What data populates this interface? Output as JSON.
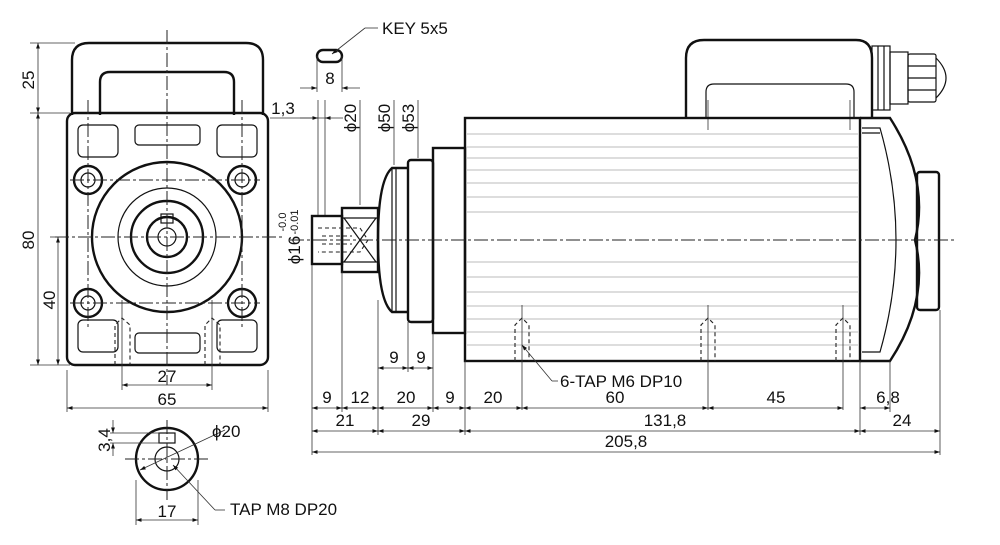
{
  "annotations": {
    "key": "KEY 5x5",
    "tap_m6": "6-TAP M6 DP10",
    "tap_m8": "TAP M8 DP20"
  },
  "tolerance": {
    "upper": "-0.0",
    "lower": "-0.01"
  },
  "dims": {
    "d25": "25",
    "d80": "80",
    "d40": "40",
    "d27": "27",
    "d65": "65",
    "d8": "8",
    "d1_3": "1,3",
    "phi20_top": "ϕ20",
    "phi50": "ϕ50",
    "phi53": "ϕ53",
    "phi16": "ϕ16",
    "d9a": "9",
    "d9b": "9",
    "d9c": "9",
    "d12": "12",
    "d20a": "20",
    "d9d": "9",
    "d20b": "20",
    "d60": "60",
    "d45": "45",
    "d6_8": "6,8",
    "d21": "21",
    "d29": "29",
    "d131_8": "131,8",
    "d24": "24",
    "d205_8": "205,8",
    "d3_4": "3,4",
    "phi20_small": "ϕ20",
    "d17": "17"
  }
}
